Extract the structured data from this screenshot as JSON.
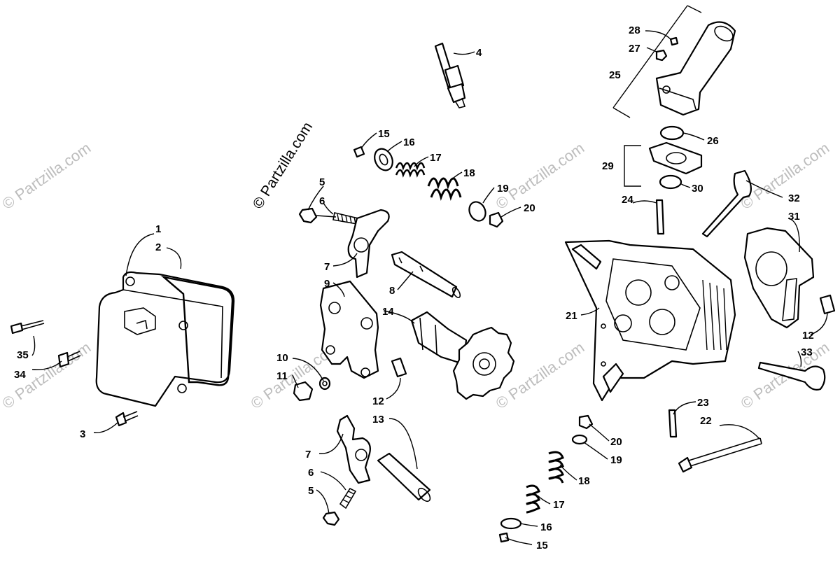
{
  "watermark_main": "© Partzilla.com",
  "watermark_faint": "© Partzilla.com",
  "callouts": {
    "c1": "1",
    "c2": "2",
    "c3": "3",
    "c4": "4",
    "c5a": "5",
    "c5b": "5",
    "c6a": "6",
    "c6b": "6",
    "c7a": "7",
    "c7b": "7",
    "c8": "8",
    "c9": "9",
    "c10": "10",
    "c11": "11",
    "c12a": "12",
    "c12b": "12",
    "c13": "13",
    "c14": "14",
    "c15a": "15",
    "c15b": "15",
    "c16a": "16",
    "c16b": "16",
    "c17a": "17",
    "c17b": "17",
    "c18a": "18",
    "c18b": "18",
    "c19a": "19",
    "c19b": "19",
    "c20a": "20",
    "c20b": "20",
    "c21": "21",
    "c22": "22",
    "c23": "23",
    "c24": "24",
    "c25": "25",
    "c26": "26",
    "c27": "27",
    "c28": "28",
    "c29": "29",
    "c30": "30",
    "c31": "31",
    "c32": "32",
    "c33": "33",
    "c34": "34",
    "c35": "35"
  }
}
